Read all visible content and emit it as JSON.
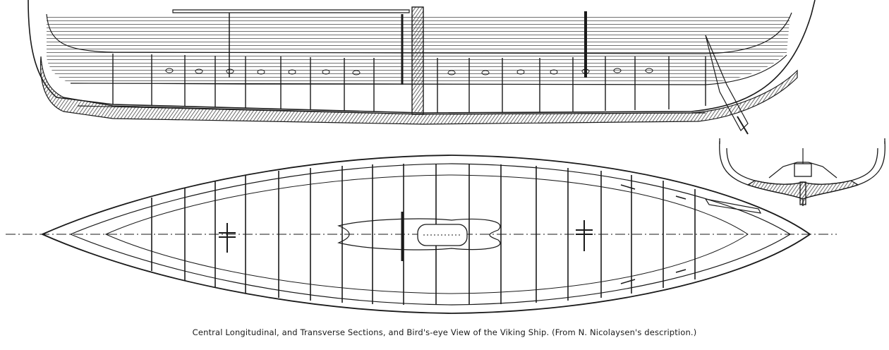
{
  "figure": {
    "caption": "Central Longitudinal, and Transverse Sections, and Bird's-eye View of the Viking Ship.  (From N. Nicolaysen's description.)",
    "colors": {
      "ink": "#1a1a1a",
      "paper": "#ffffff",
      "hatch": "#555555"
    }
  },
  "views": [
    {
      "id": "longitudinal-section"
    },
    {
      "id": "transverse-section"
    },
    {
      "id": "birds-eye-view"
    }
  ]
}
